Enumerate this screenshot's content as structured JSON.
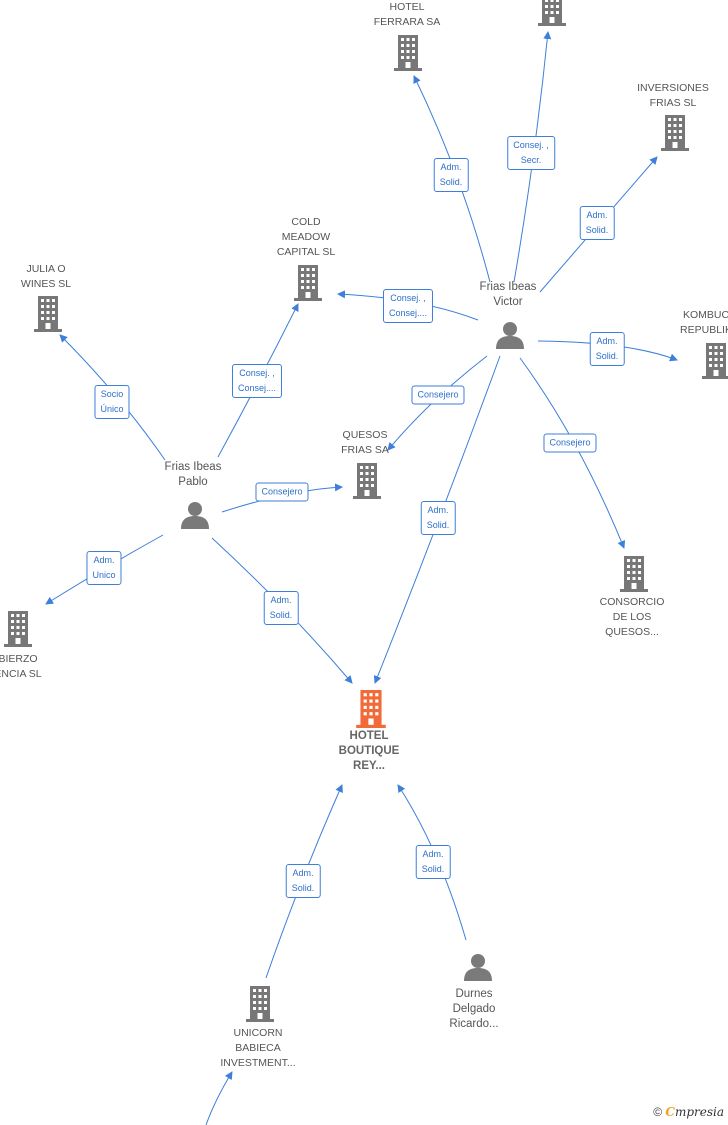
{
  "colors": {
    "edge": "#3d7fd9",
    "building": "#777777",
    "main_building": "#f26a3a",
    "person": "#7a7a7a"
  },
  "nodes": {
    "main": {
      "label": "HOTEL\nBOUTIQUE\nREY...",
      "icon": "building-icon"
    },
    "hotel_ferrara": {
      "label": "HOTEL\nFERRARA SA",
      "icon": "building-icon"
    },
    "top_unnamed": {
      "label": "",
      "icon": "building-icon"
    },
    "inversiones_frias": {
      "label": "INVERSIONES\nFRIAS  SL",
      "icon": "building-icon"
    },
    "cold_meadow": {
      "label": "COLD\nMEADOW\nCAPITAL  SL",
      "icon": "building-icon"
    },
    "julia_o_wines": {
      "label": "JULIA O\nWINES  SL",
      "icon": "building-icon"
    },
    "kombucha": {
      "label": "KOMBUC\nREPUBLIK",
      "icon": "building-icon"
    },
    "quesos_frias": {
      "label": "QUESOS\nFRIAS SA",
      "icon": "building-icon"
    },
    "consorcio": {
      "label": "CONSORCIO\nDE LOS\nQUESOS...",
      "icon": "building-icon"
    },
    "bierzo": {
      "label": "BIERZO\nENCIA  SL",
      "icon": "building-icon"
    },
    "unicorn": {
      "label": "UNICORN\nBABIECA\nINVESTMENT...",
      "icon": "building-icon"
    },
    "frias_victor": {
      "label": "Frias Ibeas\nVictor",
      "icon": "person-icon"
    },
    "frias_pablo": {
      "label": "Frias Ibeas\nPablo",
      "icon": "person-icon"
    },
    "durnes": {
      "label": "Durnes\nDelgado\nRicardo...",
      "icon": "person-icon"
    }
  },
  "relations": {
    "victor_ferrara": "Adm.\nSolid.",
    "victor_top": "Consej. ,\nSecr.",
    "victor_inversiones": "Adm.\nSolid.",
    "victor_coldmeadow": "Consej. ,\nConsej....",
    "victor_kombucha": "Adm.\nSolid.",
    "victor_quesos": "Consejero",
    "victor_consorcio": "Consejero",
    "victor_main": "Adm.\nSolid.",
    "pablo_julia": "Socio\nÚnico",
    "pablo_coldmeadow": "Consej. ,\nConsej....",
    "pablo_quesos": "Consejero",
    "pablo_bierzo": "Adm.\nUnico",
    "pablo_main": "Adm.\nSolid.",
    "unicorn_main": "Adm.\nSolid.",
    "durnes_main": "Adm.\nSolid."
  },
  "footer": {
    "copyright": "©",
    "brand_first": "C",
    "brand_rest": "mpresia"
  }
}
